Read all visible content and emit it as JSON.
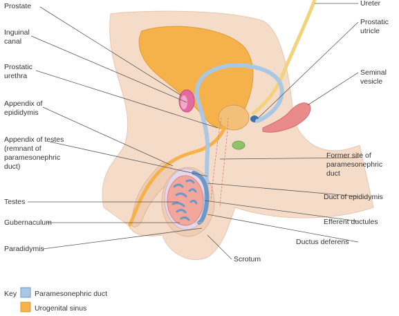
{
  "labels_left": [
    {
      "id": "prostate",
      "lines": [
        "Prostate"
      ]
    },
    {
      "id": "inguinal-canal",
      "lines": [
        "Inguinal",
        "canal"
      ]
    },
    {
      "id": "prostatic-urethra",
      "lines": [
        "Prostatic",
        "urethra"
      ]
    },
    {
      "id": "appendix-of-epididymis",
      "lines": [
        "Appendix of",
        "epididymis"
      ]
    },
    {
      "id": "appendix-of-testes",
      "lines": [
        "Appendix of testes",
        "(remnant of",
        "paramesonephric",
        "duct)"
      ]
    },
    {
      "id": "testes",
      "lines": [
        "Testes"
      ]
    },
    {
      "id": "gubernaculum",
      "lines": [
        "Gubernaculum"
      ]
    },
    {
      "id": "paradidymis",
      "lines": [
        "Paradidymis"
      ]
    }
  ],
  "labels_right": [
    {
      "id": "ureter",
      "lines": [
        "Ureter"
      ]
    },
    {
      "id": "prostatic-utricle",
      "lines": [
        "Prostatic",
        "utricle"
      ]
    },
    {
      "id": "seminal-vesicle",
      "lines": [
        "Seminal",
        "vesicle"
      ]
    },
    {
      "id": "former-site",
      "lines": [
        "Former site of",
        "paramesonephric",
        "duct"
      ]
    },
    {
      "id": "duct-of-epididymis",
      "lines": [
        "Duct of epididymis"
      ]
    },
    {
      "id": "efferent-ductules",
      "lines": [
        "Efferent ductules"
      ]
    },
    {
      "id": "ductus-deferens",
      "lines": [
        "Ductus deferens"
      ]
    },
    {
      "id": "scrotum",
      "lines": [
        "Scrotum"
      ]
    }
  ],
  "key": {
    "title": "Key",
    "items": [
      {
        "label": "Paramesonephric duct",
        "color": "#a9c8e6"
      },
      {
        "label": "Urogenital sinus",
        "color": "#f6b24a"
      }
    ]
  },
  "colors": {
    "body": "#f5dcc8",
    "bladder": "#f6b24a",
    "ureter": "#f2d27a",
    "mesonephric_duct": "#a9c8e6",
    "testis": "#f2a69c",
    "tunica": "#e8d7ea",
    "canal_ring": "#e56aa0",
    "seminal_vesicle": "#e98b8b",
    "utricle": "#3f6fa8",
    "green_gland": "#8fc36a"
  }
}
